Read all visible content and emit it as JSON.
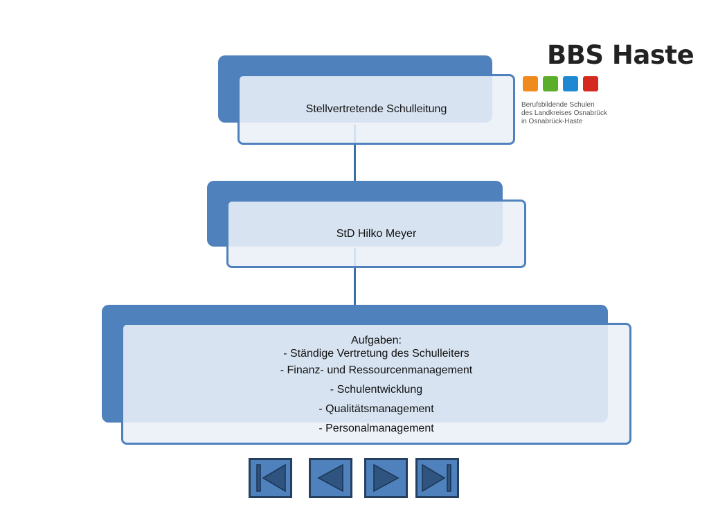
{
  "org_chart": {
    "title_box": "Stellvertretende Schulleitung",
    "name_box": "StD Hilko Meyer",
    "tasks": {
      "heading": "Aufgaben:",
      "items": [
        "- Ständige Vertretung des Schulleiters",
        "- Finanz- und Ressourcenmanagement",
        "- Schulentwicklung",
        "- Qualitätsmanagement",
        "- Personalmanagement"
      ]
    }
  },
  "logo": {
    "title": "BBS Haste",
    "subtitle_lines": [
      "Berufsbildende Schulen",
      "des Landkreises Osnabrück",
      "in Osnabrück-Haste"
    ],
    "square_colors": [
      "#f08a1c",
      "#5aae2b",
      "#1e88d2",
      "#d42a1f"
    ]
  },
  "navigation": {
    "buttons": [
      "first-slide",
      "previous-slide",
      "next-slide",
      "last-slide"
    ]
  },
  "colors": {
    "accent": "#4f81bd",
    "accent_dark": "#243f60",
    "box_fill": "#eaf0f8"
  }
}
